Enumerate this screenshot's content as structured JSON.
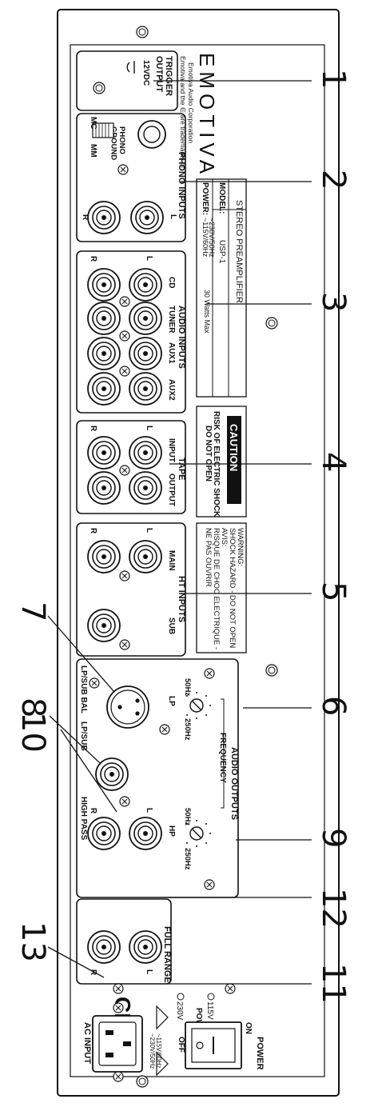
{
  "brand": {
    "logo": "EMOTIVA",
    "trademark_line1": "Emotiva and the ∈ are trademarks of",
    "trademark_line2": "Emotiva Audio Corporation"
  },
  "trigger": {
    "title": "TRIGGER\nOUTPUT",
    "voltage": "12VDC"
  },
  "phono": {
    "title": "PHONO INPUTS",
    "ground": "PHONO\nGROUND",
    "mc": "MC",
    "mm": "MM",
    "left": "L",
    "right": "R"
  },
  "spec_plate": {
    "title": "STEREO PREAMPLIFIER",
    "model_label": "MODEL:",
    "model_value": "USP-1",
    "power_label": "POWER:",
    "power_line1": "~115V/60Hz",
    "power_line2": "~230V/50Hz",
    "watts": "30 Watts Max"
  },
  "audio_inputs": {
    "title": "AUDIO INPUTS",
    "columns": [
      "CD",
      "TUNER",
      "AUX1",
      "AUX2"
    ],
    "left": "L",
    "right": "R"
  },
  "caution": {
    "badge": "CAUTION",
    "line1": "RISK OF ELECTRIC SHOCK",
    "line2": "DO NOT OPEN"
  },
  "tape": {
    "title": "TAPE",
    "input": "INPUT",
    "output": "OUTPUT",
    "left": "L",
    "right": "R"
  },
  "warning": {
    "line1": "WARNING:",
    "line2": "SHOCK HAZARD - DO NOT OPEN",
    "line3": "AVIS:",
    "line4": "RISQUE DE CHOC ELECTRIQUE -",
    "line5": "NE PAS OUVRIR"
  },
  "ht_inputs": {
    "title": "HT INPUTS",
    "main": "MAIN",
    "sub": "SUB",
    "left": "L",
    "right": "R"
  },
  "audio_outputs": {
    "title": "AUDIO OUTPUTS",
    "frequency": "FREQUENCY",
    "lp_50": "50Hz",
    "lp_250": "250Hz",
    "lp": "LP",
    "hp_50": "50Hz",
    "hp_250": "250Hz",
    "hp": "HP",
    "lp_sub_bal": "LP/SUB BAL",
    "lp_sub": "LP/SUB",
    "high_pass": "HIGH PASS",
    "full_range": "FULL RANGE",
    "left": "L",
    "right": "R"
  },
  "voltage_select": {
    "v115": "115V",
    "v230": "230V",
    "power": "POWER"
  },
  "ce_mark": "CE",
  "ac_input": {
    "title": "AC INPUT",
    "line1": "~115V/60Hz",
    "line2": "~230V/50Hz"
  },
  "power_switch": {
    "title": "POWER",
    "on": "ON",
    "off": "OFF"
  },
  "callouts": [
    "1",
    "2",
    "3",
    "4",
    "5",
    "6",
    "7",
    "8",
    "9",
    "10",
    "11",
    "12",
    "13"
  ]
}
